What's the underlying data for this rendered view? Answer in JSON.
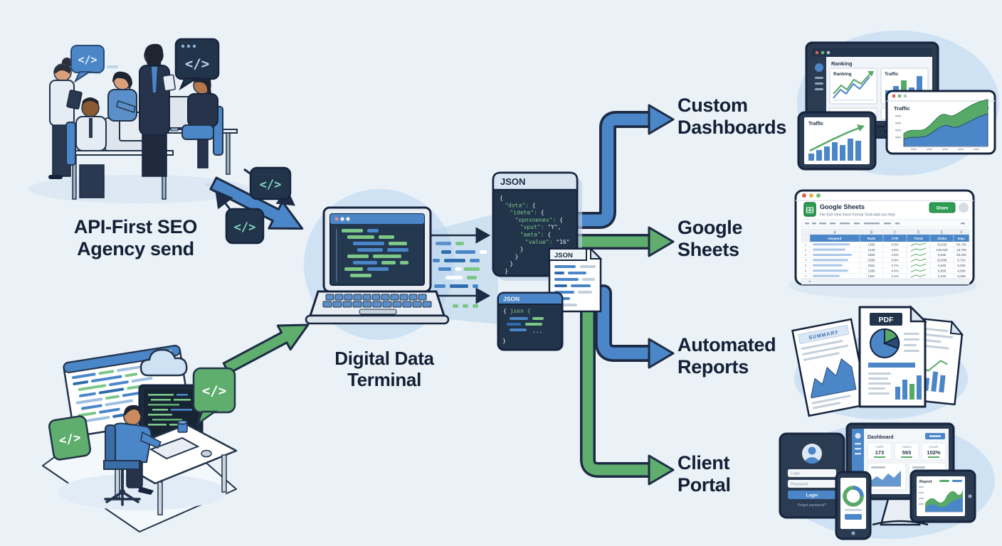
{
  "flow": {
    "source_label": {
      "line1": "API-First SEO",
      "line2": "Agency send"
    },
    "terminal_label": {
      "line1": "Digital Data",
      "line2": "Terminal"
    },
    "outputs": [
      {
        "line1": "Custom",
        "line2": "Dashboards",
        "arrow_color": "#4a86c8"
      },
      {
        "line1": "Google",
        "line2": "Sheets",
        "arrow_color": "#5fae6e"
      },
      {
        "line1": "Automated",
        "line2": "Reports",
        "arrow_color": "#4a86c8"
      },
      {
        "line1": "Client",
        "line2": "Portal",
        "arrow_color": "#5fae6e"
      }
    ]
  },
  "icons": {
    "code_glyph": "</>"
  },
  "colors": {
    "blue": "#4a86c8",
    "green": "#5fae6e",
    "navy": "#22344a",
    "ink": "#16243d",
    "teal_code": "#7fd6c0",
    "code_green": "#7cc788",
    "blob": "#cfe2f4"
  },
  "json_panel": {
    "title": "JSON",
    "lines": [
      "{",
      "  \"dota\": {",
      "    \"idete\": {",
      "      \"opnsnenes\": {",
      "        \"vput\": \"Y\",",
      "        \"aata\": {",
      "          \"value\": \"16\"",
      "        }",
      "      }",
      "    }",
      "  }"
    ]
  },
  "json_doc": {
    "title": "JSON"
  },
  "json_mini": {
    "title": "JSON",
    "open": "{ ",
    "key": "json {",
    "ellipsis": "...",
    "close": "}"
  },
  "dashboards_art": {
    "app_header": "Ranking",
    "card1_title": "Ranking",
    "card2_title": "Traffic",
    "tablet_title": "Traffic",
    "window_title": "Traffic"
  },
  "sheets_art": {
    "title": "Google Sheets",
    "menu": "File   Edit   View   Insert   Format   Tools   Add-ons   Help",
    "share_button": "Share",
    "columns": [
      "A",
      "B",
      "C",
      "D",
      "E",
      "F"
    ],
    "header_cells": [
      "Keyword",
      "Rank",
      "CTR",
      "Trend",
      "Clicks",
      "Impr."
    ],
    "row_numbers": [
      "1",
      "2",
      "3",
      "4",
      "5",
      "6",
      "7"
    ],
    "rows": [
      [
        "1365",
        "4.5%",
        "43,530",
        "84,725"
      ],
      [
        "1349",
        "4.8%",
        "138,629",
        "18,793"
      ],
      [
        "2365",
        "4.6%",
        "6,638",
        "93,020"
      ],
      [
        "2369",
        "4.8%",
        "18,698",
        "5,703"
      ],
      [
        "2361",
        "4.7%",
        "4,848",
        "6,093"
      ],
      [
        "1365",
        "4.6%",
        "6,859",
        "6,809"
      ],
      [
        "1367",
        "2.4%",
        "2,249",
        "9,089"
      ]
    ]
  },
  "reports_art": {
    "pdf_badge": "PDF",
    "summary_title": "SUMMARY"
  },
  "portal_art": {
    "dashboard_title": "Dashboard",
    "stats": [
      {
        "label": "Traffic",
        "value": "173"
      },
      {
        "label": "Visitors",
        "value": "593"
      },
      {
        "label": "Growth",
        "value": "102%"
      }
    ],
    "login_placeholder": "Login",
    "password_placeholder": "Password",
    "login_button": "Login",
    "forgot_link": "Forgot password?",
    "tablet_title": "Report"
  }
}
